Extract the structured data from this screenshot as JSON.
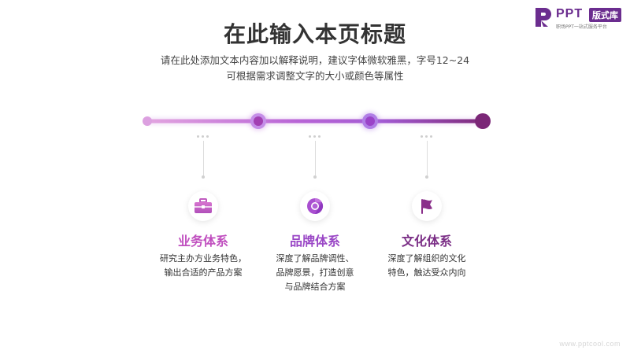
{
  "header": {
    "title": "在此输入本页标题",
    "subtitle_line1": "请在此处添加文本内容加以解释说明，建议字体微软雅黑，字号12~24",
    "subtitle_line2": "可根据需求调整文字的大小或颜色等属性"
  },
  "logo": {
    "brand": "PPT",
    "badge": "版式库",
    "tagline": "职场PPT一站式服务平台"
  },
  "colors": {
    "light_purple": "#d79de0",
    "mid_purple": "#a65bc9",
    "dark_purple": "#7e2a7a",
    "title_pink": "#c04fbf",
    "title_violet": "#9a47c6",
    "title_plum": "#7b2f86"
  },
  "columns": [
    {
      "title": "业务体系",
      "description": "研究主办方业务特色，\n输出合适的产品方案",
      "icon": "briefcase-icon",
      "color": "#c04fbf"
    },
    {
      "title": "品牌体系",
      "description": "深度了解品牌调性、\n品牌愿景，打造创意\n与品牌结合方案",
      "icon": "chrome-icon",
      "color": "#9a47c6"
    },
    {
      "title": "文化体系",
      "description": "深度了解组织的文化\n特色，触达受众内向",
      "icon": "flag-icon",
      "color": "#7b2f86"
    }
  ],
  "footer": {
    "url": "www.pptcool.com"
  }
}
